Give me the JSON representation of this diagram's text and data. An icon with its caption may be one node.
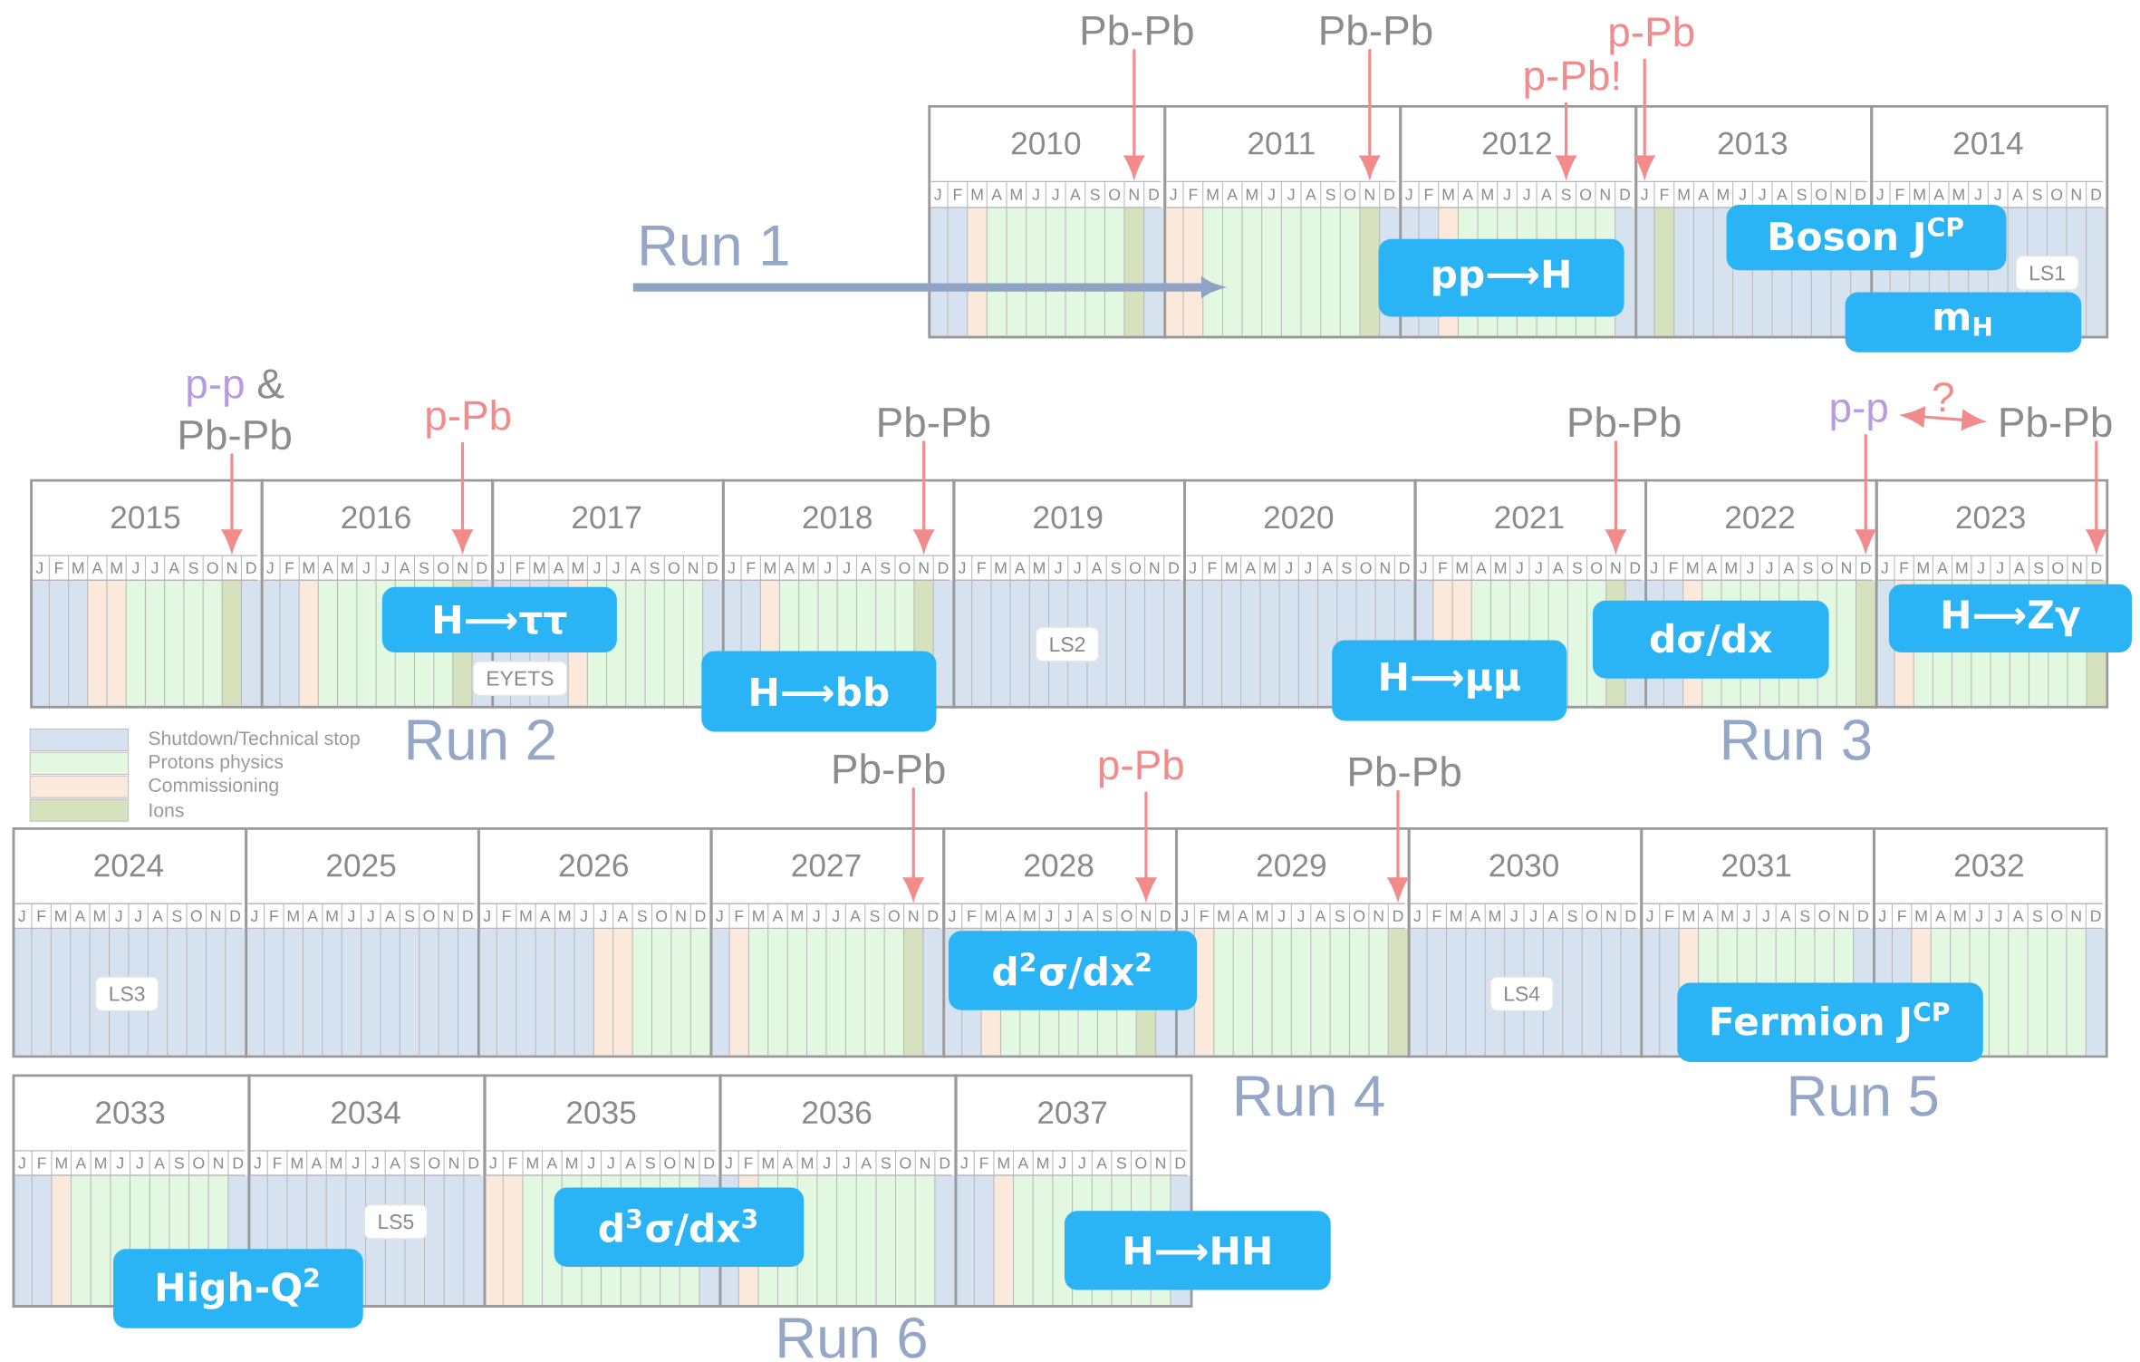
{
  "diagram": {
    "nodes": [
      {
        "text": [
          "Pb-Pb"
        ]
      },
      {
        "text": [
          "Pb-Pb"
        ]
      },
      {
        "text": [
          "p-Pb!"
        ]
      },
      {
        "text": [
          "p-Pb"
        ]
      },
      {
        "text": [
          "Run 1"
        ]
      },
      {
        "text": [
          "2010",
          "J",
          "F",
          "M",
          "A",
          "M",
          "J",
          "J",
          "A",
          "S",
          "O",
          "D"
        ]
      },
      {
        "text": [
          "2011",
          "J",
          "F",
          "M",
          "A",
          "M",
          "J",
          "J",
          "A",
          "S",
          "O",
          "D"
        ]
      },
      {
        "text": [
          "2012",
          "J",
          "F",
          "M",
          "A",
          "M",
          "J",
          "J",
          "A",
          "O",
          "N",
          "D"
        ]
      },
      {
        "text": [
          "2013",
          "F",
          "M",
          "A",
          "M",
          "J",
          "J",
          "A",
          "S",
          "O",
          "N",
          "D"
        ]
      },
      {
        "text": [
          "2014",
          "J",
          "F",
          "M",
          "A",
          "M",
          "J",
          "J",
          "A",
          "S",
          "O",
          "N",
          "D"
        ]
      },
      {
        "text": [
          "N"
        ],
        "in": 5
      },
      {
        "text": [
          "N"
        ],
        "in": 6
      },
      {
        "text": [
          "S"
        ],
        "in": 7
      },
      {
        "text": [
          "J"
        ],
        "in": 8
      },
      {
        "text": [
          "LS1"
        ],
        "in": 9
      },
      {
        "text": [
          "pp⟶H"
        ]
      },
      {
        "text": [
          "Boson J$^{CP}$"
        ]
      },
      {
        "text": [
          "m$_{H}$"
        ]
      },
      {
        "text": [
          "p-p",
          "&",
          "Pb-Pb"
        ]
      },
      {
        "text": [
          "p-Pb"
        ]
      },
      {
        "text": [
          "Pb-Pb"
        ]
      },
      {
        "text": [
          "Pb-Pb"
        ]
      },
      {
        "text": [
          "p-p"
        ]
      },
      {
        "text": [
          "Pb-Pb"
        ]
      },
      {
        "text": [
          "2015",
          "J",
          "F",
          "M",
          "A",
          "M",
          "J",
          "J",
          "A",
          "S",
          "O",
          "D"
        ]
      },
      {
        "text": [
          "2016",
          "J",
          "F",
          "M",
          "A",
          "M",
          "J",
          "J",
          "A",
          "S",
          "O",
          "D"
        ]
      },
      {
        "text": [
          "2017",
          "J",
          "F",
          "M",
          "A",
          "M",
          "J",
          "J",
          "A",
          "S",
          "O",
          "N",
          "D"
        ]
      },
      {
        "text": [
          "2018",
          "J",
          "F",
          "M",
          "A",
          "M",
          "J",
          "J",
          "A",
          "S",
          "O",
          "D"
        ]
      },
      {
        "text": [
          "2019",
          "J",
          "F",
          "M",
          "A",
          "M",
          "J",
          "J",
          "A",
          "S",
          "O",
          "N",
          "D"
        ]
      },
      {
        "text": [
          "2020",
          "J",
          "F",
          "M",
          "A",
          "M",
          "J",
          "J",
          "A",
          "S",
          "O",
          "N",
          "D"
        ]
      },
      {
        "text": [
          "2021",
          "J",
          "F",
          "M",
          "A",
          "M",
          "J",
          "J",
          "A",
          "S",
          "O",
          "D"
        ]
      },
      {
        "text": [
          "2022",
          "J",
          "F",
          "M",
          "A",
          "M",
          "J",
          "J",
          "A",
          "S",
          "O",
          "N"
        ]
      },
      {
        "text": [
          "2023",
          "J",
          "F",
          "M",
          "A",
          "M",
          "J",
          "J",
          "A",
          "S",
          "O",
          "N"
        ]
      },
      {
        "text": [
          "N"
        ],
        "in": 24
      },
      {
        "text": [
          "N"
        ],
        "in": 25
      },
      {
        "text": [
          "N"
        ],
        "in": 27
      },
      {
        "text": [
          "N"
        ],
        "in": 30
      },
      {
        "text": [
          "D"
        ],
        "in": 31
      },
      {
        "text": [
          "D"
        ],
        "in": 32
      },
      {
        "text": [
          "EYETS"
        ]
      },
      {
        "text": [
          "LS2"
        ],
        "in": 28
      },
      {
        "text": [
          "H⟶ττ"
        ]
      },
      {
        "text": [
          "H⟶bb"
        ]
      },
      {
        "text": [
          "H⟶μμ"
        ]
      },
      {
        "text": [
          "dσ/dx"
        ]
      },
      {
        "text": [
          "H⟶Zγ"
        ]
      },
      {
        "text": [
          "Pb-Pb"
        ]
      },
      {
        "text": [
          "p-Pb"
        ]
      },
      {
        "text": [
          "Pb-Pb"
        ]
      },
      {
        "text": [
          "2024",
          "J",
          "F",
          "M",
          "A",
          "M",
          "J",
          "J",
          "A",
          "S",
          "O",
          "N",
          "D"
        ]
      },
      {
        "text": [
          "2025",
          "J",
          "F",
          "M",
          "A",
          "M",
          "J",
          "J",
          "A",
          "S",
          "O",
          "N",
          "D"
        ]
      },
      {
        "text": [
          "2026",
          "J",
          "F",
          "M",
          "A",
          "M",
          "J",
          "J",
          "A",
          "S",
          "O",
          "N",
          "D"
        ]
      },
      {
        "text": [
          "2027",
          "J",
          "F",
          "M",
          "A",
          "M",
          "J",
          "J",
          "A",
          "S",
          "O",
          "D"
        ]
      },
      {
        "text": [
          "2028",
          "J",
          "F",
          "M",
          "A",
          "M",
          "J",
          "J",
          "A",
          "S",
          "O",
          "D"
        ]
      },
      {
        "text": [
          "2029",
          "J",
          "F",
          "M",
          "A",
          "M",
          "J",
          "J",
          "A",
          "S",
          "O",
          "N"
        ]
      },
      {
        "text": [
          "2030",
          "J",
          "F",
          "M",
          "A",
          "M",
          "J",
          "J",
          "A",
          "S",
          "O",
          "N",
          "D"
        ]
      },
      {
        "text": [
          "2031",
          "J",
          "F",
          "M",
          "A",
          "M",
          "J",
          "J",
          "A",
          "S",
          "O",
          "N",
          "D"
        ]
      },
      {
        "text": [
          "2032",
          "J",
          "F",
          "M",
          "A",
          "M",
          "J",
          "J",
          "A",
          "S",
          "O",
          "N",
          "D"
        ]
      },
      {
        "text": [
          "N"
        ],
        "in": 52
      },
      {
        "text": [
          "N"
        ],
        "in": 53
      },
      {
        "text": [
          "D"
        ],
        "in": 54
      },
      {
        "text": [
          "LS3"
        ],
        "in": 49
      },
      {
        "text": [
          "LS4"
        ],
        "in": 55
      },
      {
        "text": [
          "d$^{2}$σ/dx$^{2}$"
        ]
      },
      {
        "text": [
          "Fermion J$^{CP}$"
        ]
      },
      {
        "text": [
          "2033",
          "J",
          "F",
          "M",
          "A",
          "M",
          "J",
          "J",
          "A",
          "S",
          "O",
          "N",
          "D"
        ]
      },
      {
        "text": [
          "2034",
          "J",
          "F",
          "M",
          "A",
          "M",
          "J",
          "J",
          "A",
          "S",
          "O",
          "N",
          "D"
        ]
      },
      {
        "text": [
          "2035",
          "J",
          "F",
          "M",
          "A",
          "M",
          "J",
          "J",
          "A",
          "S",
          "O",
          "N",
          "D"
        ]
      },
      {
        "text": [
          "2036",
          "J",
          "F",
          "M",
          "A",
          "M",
          "J",
          "J",
          "A",
          "S",
          "O",
          "N",
          "D"
        ]
      },
      {
        "text": [
          "2037",
          "J",
          "F",
          "M",
          "A",
          "M",
          "J",
          "J",
          "A",
          "S",
          "O",
          "N",
          "D"
        ]
      },
      {
        "text": [
          "LS5"
        ],
        "in": 66
      },
      {
        "text": [
          "d$^{3}$σ/dx$^{3}$"
        ]
      },
      {
        "text": [
          "High-Q$^{2}$"
        ]
      },
      {
        "text": [
          "H⟶HH"
        ]
      }
    ],
    "edges": [
      {
        "from": 0,
        "to": 10,
        "arrow": "to"
      },
      {
        "from": 1,
        "to": 11,
        "arrow": "to"
      },
      {
        "from": 2,
        "to": 12,
        "arrow": "to"
      },
      {
        "from": 3,
        "to": 13,
        "arrow": "to"
      },
      {
        "from": 4,
        "to": null,
        "arrow": "to",
        "style": "thick",
        "color": "#8fa3c4"
      },
      {
        "from": 18,
        "to": 33,
        "arrow": "to"
      },
      {
        "from": 19,
        "to": 34,
        "arrow": "to"
      },
      {
        "from": 20,
        "to": 35,
        "arrow": "to"
      },
      {
        "from": 21,
        "to": 36,
        "arrow": "to"
      },
      {
        "from": 22,
        "to": 37,
        "arrow": "to"
      },
      {
        "from": 23,
        "to": 38,
        "arrow": "to"
      },
      {
        "from": 22,
        "to": 23,
        "arrow": "both",
        "label": "?"
      },
      {
        "from": 46,
        "to": 58,
        "arrow": "to"
      },
      {
        "from": 47,
        "to": 59,
        "arrow": "to"
      },
      {
        "from": 48,
        "to": 60,
        "arrow": "to"
      }
    ],
    "labels": [
      "Run 2",
      "Run 3",
      "Run 4",
      "Run 5",
      "Run 6"
    ],
    "legend": [
      {
        "text": "Shutdown/Technical stop",
        "color": "#d6e2f0"
      },
      {
        "text": "Protons physics",
        "color": "#e3f8e1"
      },
      {
        "text": "Commissioning",
        "color": "#fbe9dc"
      },
      {
        "text": "Ions",
        "color": "#d5e2bd"
      }
    ]
  }
}
